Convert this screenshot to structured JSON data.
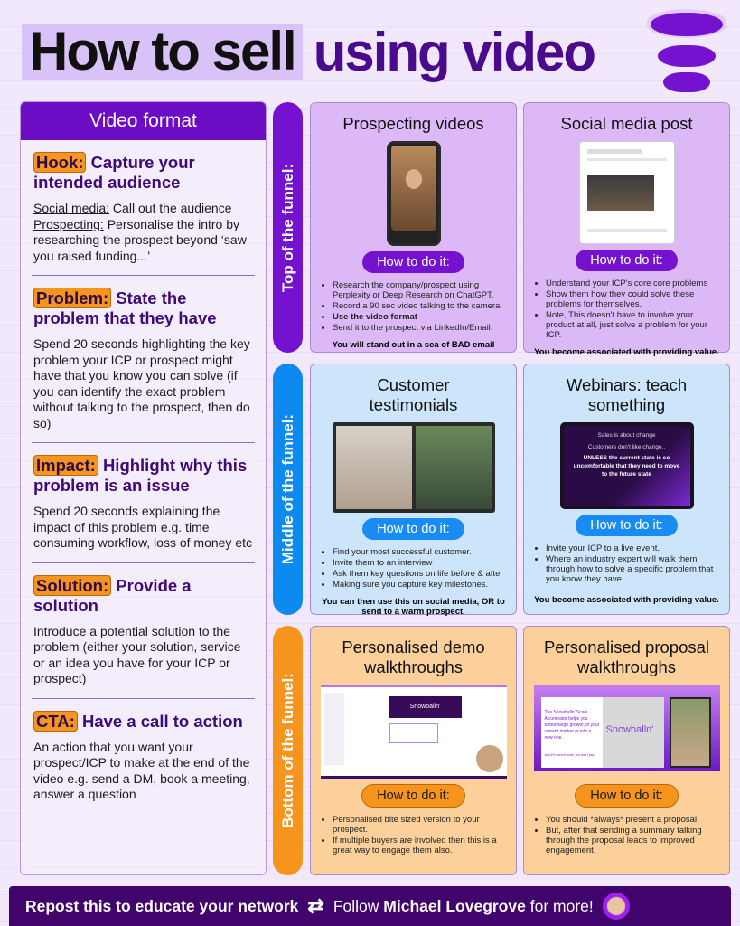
{
  "title": {
    "part1": "How to sell",
    "part2": "using video"
  },
  "left": {
    "header": "Video format",
    "sections": [
      {
        "tag": "Hook:",
        "heading": "Capture your intended audience",
        "label1": "Social media:",
        "text1": " Call out the audience",
        "label2": "Prospecting:",
        "text2": " Personalise the intro by researching the prospect beyond ‘saw you raised funding...’"
      },
      {
        "tag": "Problem:",
        "heading": "State the problem that they have",
        "text": "Spend 20 seconds highlighting the key problem your ICP or prospect might have that you know you can solve (if you can identify the exact problem without talking to the prospect, then do so)"
      },
      {
        "tag": "Impact:",
        "heading": "Highlight why this problem is an issue",
        "text": "Spend 20 seconds explaining the impact of this problem e.g. time consuming workflow, loss of money etc"
      },
      {
        "tag": "Solution:",
        "heading": "Provide a solution",
        "text": "Introduce a potential solution to the problem (either your solution, service or an idea you have for your ICP or prospect)"
      },
      {
        "tag": "CTA:",
        "heading": "Have a call to action",
        "text": "An action that you want your prospect/ICP to make at the end of the video e.g. send a DM, book a meeting, answer a question"
      }
    ]
  },
  "funnel": {
    "top": "Top of the funnel:",
    "middle": "Middle of the funnel:",
    "bottom": "Bottom of the funnel:"
  },
  "how": "How to do it:",
  "cards": {
    "prospecting": {
      "title": "Prospecting videos",
      "bullets": [
        "Research the company/prospect using Perplexity or Deep Research on ChatGPT.",
        "Record a 90 sec video talking to the camera.",
        "Use the video format",
        "Send it to the prospect via LinkedIn/Email."
      ],
      "note": "You will stand out in a sea of BAD email"
    },
    "social": {
      "title": "Social media post",
      "bullets": [
        "Understand your ICP's core core problems",
        "Show them how they could solve these problems for themselves.",
        "Note, This doesn't have to involve your product at all, just solve a problem for your ICP."
      ],
      "note": "You become associated with providing value."
    },
    "testimonials": {
      "title": "Customer testimonials",
      "bullets": [
        "Find your most successful customer.",
        "Invite them to an interview",
        "Ask them key questions on life before & after",
        "Making sure you capture key milestones."
      ],
      "note": "You can then use this on social media, OR to send to a warm prospect."
    },
    "webinars": {
      "title": "Webinars: teach something",
      "screen": [
        "Sales is about change",
        "Customers don't like change..",
        "UNLESS the current state is so uncomfortable that they need to move to the future state"
      ],
      "bullets": [
        "Invite your ICP to a live event.",
        "Where an industry expert will walk them through how to solve a specific problem that you know they have."
      ],
      "note": "You become associated with providing value."
    },
    "demo": {
      "title": "Personalised demo walkthroughs",
      "brand": "Snowballn'",
      "bullets": [
        "Personalised bite sized version to your prospect.",
        "If multiple buyers are involved then this is a great way to engage them also."
      ]
    },
    "proposal": {
      "title": "Personalised proposal walkthroughs",
      "slide": "The Snowballn' Scale Accelerator helps you turbocharge growth, in your current market or into a new one.",
      "slide_small": "And if it doesn't work, you don't pay",
      "brand": "Snowballn'",
      "bullets": [
        "You should *always* present a proposal.",
        "But, after that sending a summary talking through the proposal leads to improved engagement."
      ]
    }
  },
  "footer": {
    "repost": "Repost this to educate your network",
    "follow": "Follow",
    "name": "Michael Lovegrove",
    "more": "for more!"
  }
}
